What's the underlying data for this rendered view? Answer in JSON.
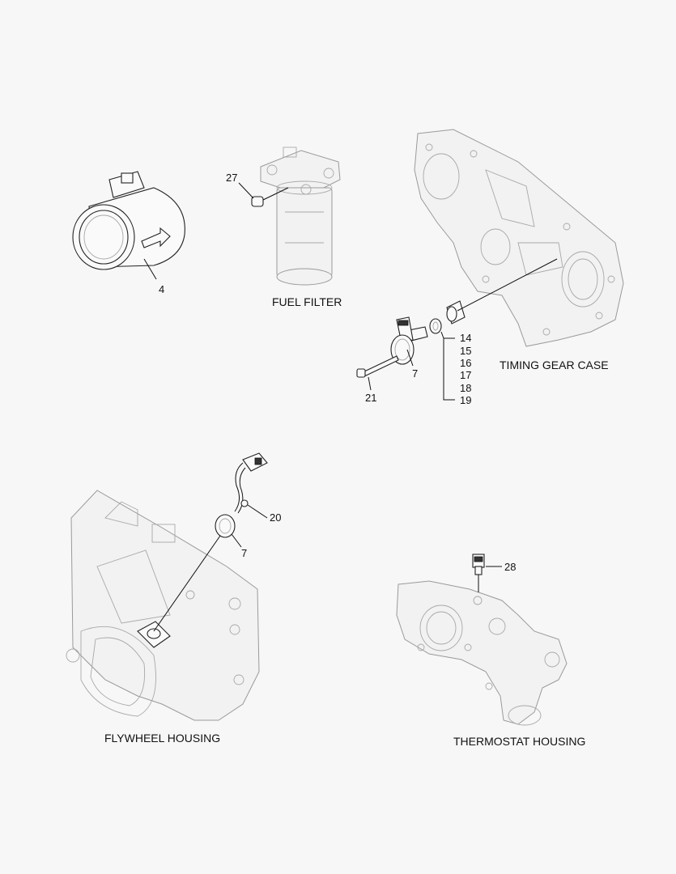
{
  "captions": {
    "fuel_filter": "FUEL FILTER",
    "timing_gear_case": "TIMING GEAR CASE",
    "flywheel_housing": "FLYWHEEL HOUSING",
    "thermostat_housing": "THERMOSTAT HOUSING"
  },
  "callouts": {
    "c4": "4",
    "c27": "27",
    "c7a": "7",
    "c14": "14",
    "c15": "15",
    "c16": "16",
    "c17": "17",
    "c18": "18",
    "c19": "19",
    "c21": "21",
    "c20": "20",
    "c7b": "7",
    "c28": "28"
  },
  "colors": {
    "background": "#f7f7f7",
    "line": "#111111",
    "ghost_line": "#9a9a9a"
  }
}
